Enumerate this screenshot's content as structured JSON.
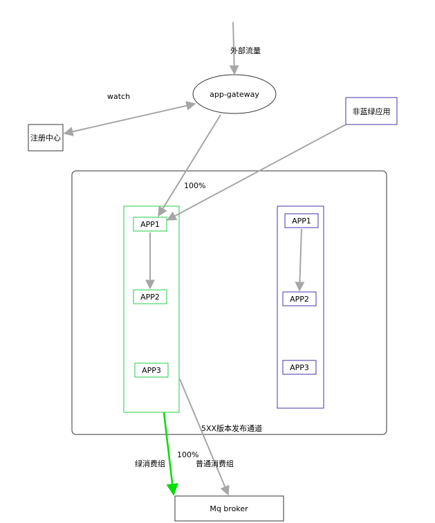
{
  "labels": {
    "external_traffic": "外部流量",
    "gateway": "app-gateway",
    "watch": "watch",
    "registry": "注册中心",
    "non_blue_green": "非蓝绿应用",
    "percent_top": "100%",
    "release_channel": "5XX版本发布通道",
    "green_consumer_group": "绿消费组",
    "percent_bottom": "100%",
    "normal_consumer_group": "普通消费组",
    "mq_broker": "Mq broker"
  },
  "green_apps": [
    "APP1",
    "APP2",
    "APP3"
  ],
  "purple_apps": [
    "APP1",
    "APP2",
    "APP3"
  ],
  "colors": {
    "green": "#22cc44",
    "purple": "#4433aa",
    "arrow_gray": "#a6a6a6",
    "arrow_green": "#00dd00",
    "border": "#333333"
  }
}
